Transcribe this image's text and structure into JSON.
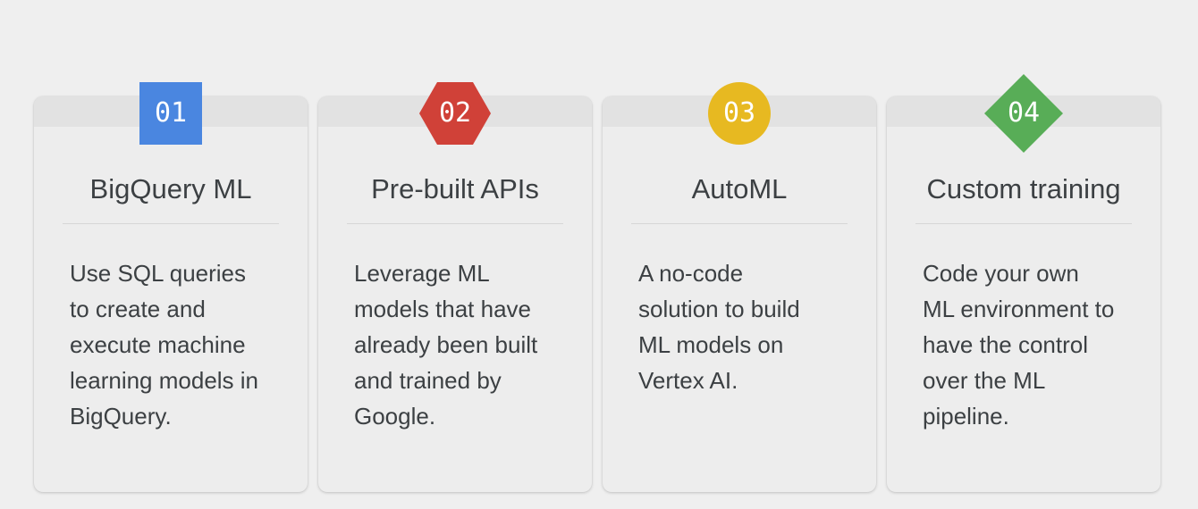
{
  "cards": [
    {
      "number": "01",
      "badge_shape": "square",
      "badge_color": "#4a86e0",
      "title": "BigQuery ML",
      "description": "Use SQL queries\nto create and\nexecute machine\nlearning models in\nBigQuery."
    },
    {
      "number": "02",
      "badge_shape": "hexagon",
      "badge_color": "#d04138",
      "title": "Pre-built APIs",
      "description": "Leverage ML\nmodels that have\nalready been built\nand trained by\nGoogle."
    },
    {
      "number": "03",
      "badge_shape": "circle",
      "badge_color": "#e7b921",
      "title": "AutoML",
      "description": "A no-code\nsolution to build\nML models on\nVertex AI."
    },
    {
      "number": "04",
      "badge_shape": "diamond",
      "badge_color": "#58ad57",
      "title": "Custom training",
      "description": "Code your own\nML environment to\nhave the control\nover the ML\npipeline."
    }
  ]
}
